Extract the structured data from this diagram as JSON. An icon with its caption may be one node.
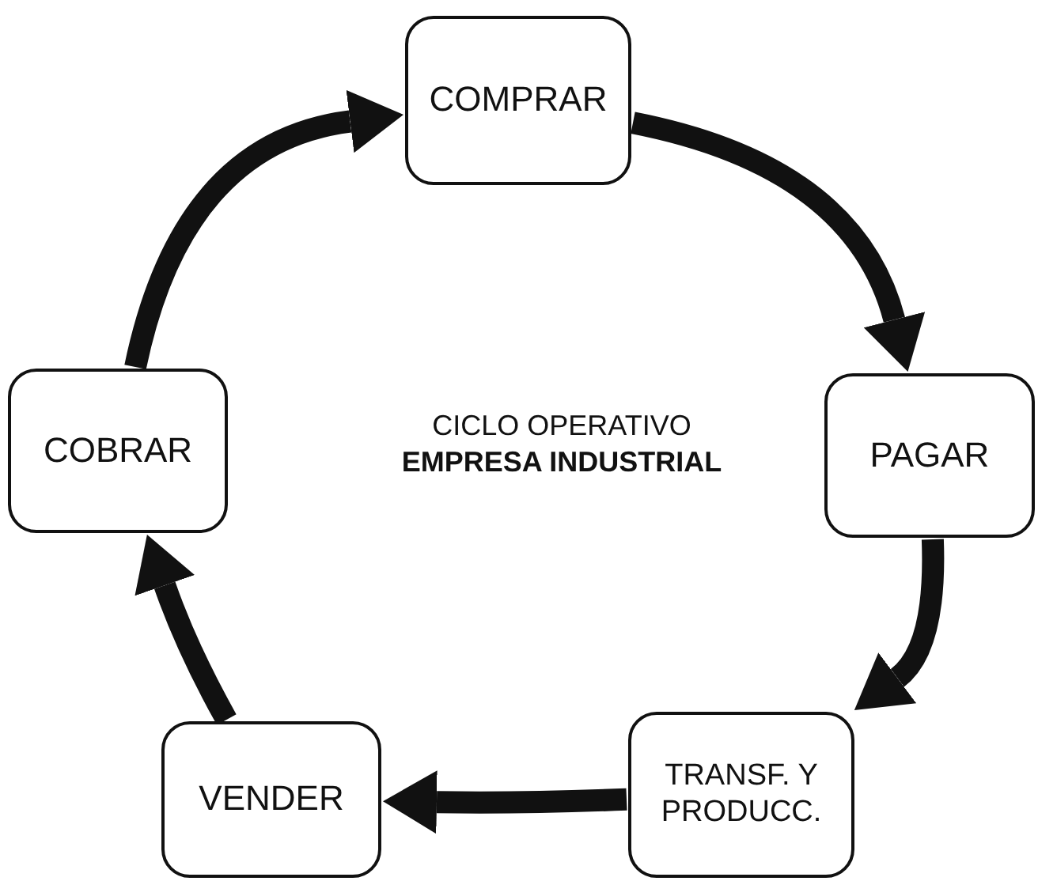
{
  "diagram": {
    "nodes": [
      {
        "text": [
          "COMPRAR"
        ]
      },
      {
        "text": [
          "PAGAR"
        ]
      },
      {
        "text": [
          "TRANSF. Y PRODUCC."
        ]
      },
      {
        "text": [
          "VENDER"
        ]
      },
      {
        "text": [
          "COBRAR"
        ]
      }
    ],
    "edges": [
      {
        "from": 0,
        "to": 1,
        "arrow": "to"
      },
      {
        "from": 1,
        "to": 2,
        "arrow": "to"
      },
      {
        "from": 2,
        "to": 3,
        "arrow": "to"
      },
      {
        "from": 3,
        "to": 4,
        "arrow": "to"
      },
      {
        "from": 4,
        "to": 0,
        "arrow": "to"
      }
    ],
    "labels": [
      "CICLO OPERATIVO",
      "EMPRESA INDUSTRIAL"
    ]
  }
}
